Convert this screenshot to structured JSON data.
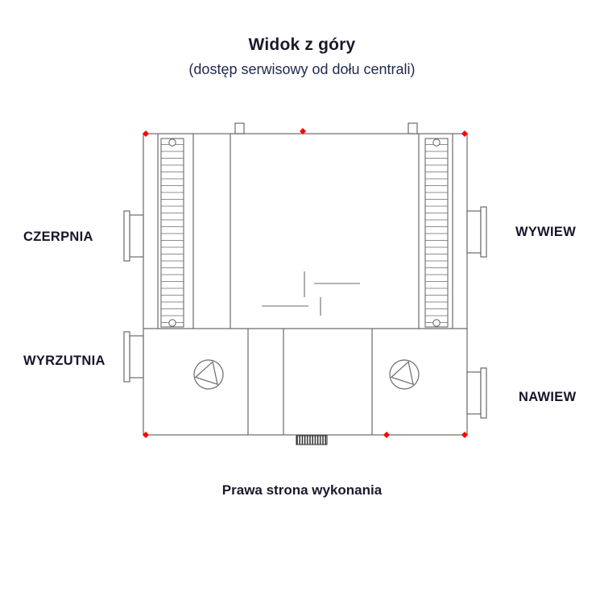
{
  "page": {
    "title": "Widok z góry",
    "subtitle": "(dostęp serwisowy od dołu centrali)",
    "caption": "Prawa strona wykonania"
  },
  "labels": {
    "czerpnia": "CZERPNIA",
    "wywiew": "WYWIEW",
    "wyrzutnia": "WYRZUTNIA",
    "nawiew": "NAWIEW"
  },
  "icons": {
    "fan_left": "fan-icon",
    "fan_right": "fan-icon",
    "filter_left": "hatched-filter-strip",
    "filter_right": "hatched-filter-strip",
    "corner_markers": "red-service-point-marker"
  },
  "colors": {
    "line": "#6a6a6a",
    "marker_red": "#ff0000",
    "title_text": "#1a1a2e",
    "subtitle_text": "#222a4e",
    "label_text": "#15152a",
    "background": "#ffffff"
  }
}
